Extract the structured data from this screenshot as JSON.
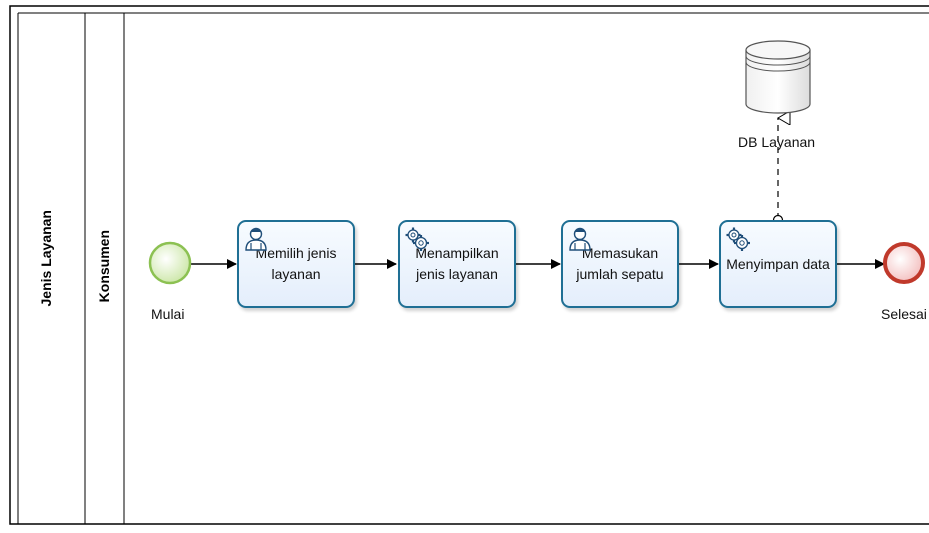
{
  "pool": {
    "title": "Jenis Layanan"
  },
  "lane": {
    "title": "Konsumen"
  },
  "events": {
    "start": {
      "label": "Mulai",
      "color": "#a9d66a"
    },
    "end": {
      "label": "Selesai",
      "color": "#e05a5a"
    }
  },
  "tasks": [
    {
      "label": "Memilih jenis layanan",
      "icon": "user-icon"
    },
    {
      "label": "Menampilkan jenis layanan",
      "icon": "gear-icon"
    },
    {
      "label": "Memasukan jumlah sepatu",
      "icon": "user-icon"
    },
    {
      "label": "Menyimpan data",
      "icon": "gear-icon"
    }
  ],
  "datastore": {
    "label": "DB Layanan"
  },
  "colors": {
    "task_border": "#1f6f94",
    "flow": "#000000"
  }
}
